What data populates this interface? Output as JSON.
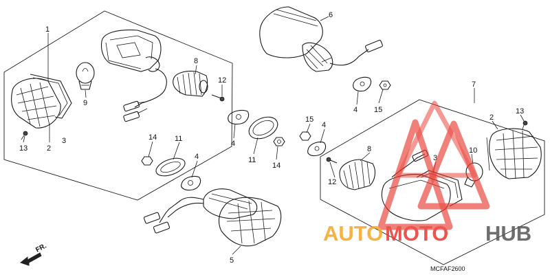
{
  "callouts": {
    "c1": "1",
    "c2_left": "2",
    "c3_left": "3",
    "c13_left": "13",
    "c9": "9",
    "c8_left": "8",
    "c12_left": "12",
    "c6": "6",
    "c4_top": "4",
    "c15_top": "15",
    "c4_mid": "4",
    "c11_mid": "11",
    "c14_mid": "14",
    "c15_mid": "15",
    "c4_mid2": "4",
    "c14_low": "14",
    "c11_low": "11",
    "c4_low": "4",
    "c5": "5",
    "c7": "7",
    "c2_right": "2",
    "c13_right": "13",
    "c8_right": "8",
    "c12_right": "12",
    "c3_right": "3",
    "c10": "10"
  },
  "direction_label": "FR.",
  "diagram_code": "MCFAF2600",
  "watermark": {
    "text_part1": "AUTO",
    "text_part2": "MOTO",
    "text_part3": "HUB",
    "color_red": "#e8382f",
    "color_orange": "#f5a623",
    "color_dark": "#555555"
  }
}
